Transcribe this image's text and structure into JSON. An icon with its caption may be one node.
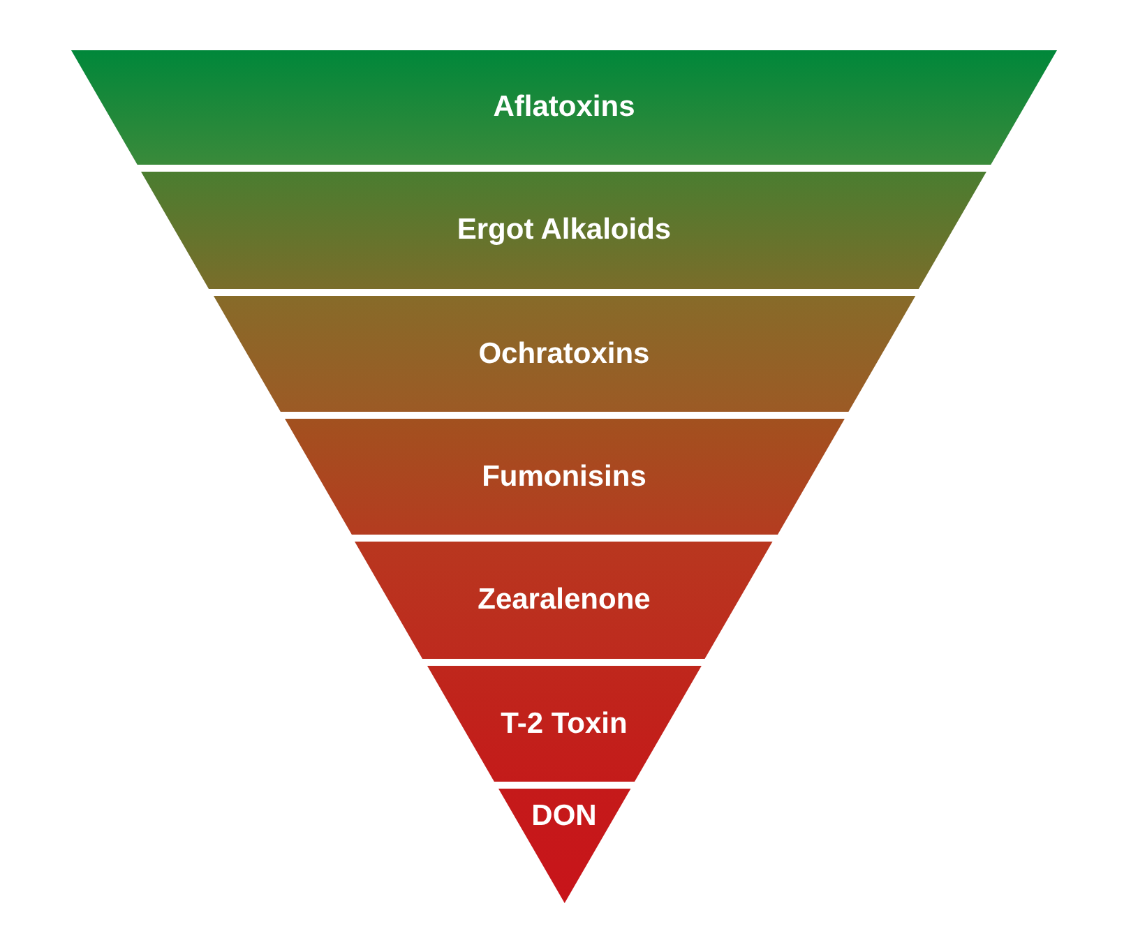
{
  "diagram": {
    "nodes": [
      {
        "text": [
          "Aflatoxins"
        ]
      },
      {
        "text": [
          "Ergot Alkaloids"
        ]
      },
      {
        "text": [
          "Ochratoxins"
        ]
      },
      {
        "text": [
          "Fumonisins"
        ]
      },
      {
        "text": [
          "Zearalenone"
        ]
      },
      {
        "text": [
          "T-2 Toxin"
        ]
      },
      {
        "text": [
          "DON"
        ]
      }
    ]
  }
}
